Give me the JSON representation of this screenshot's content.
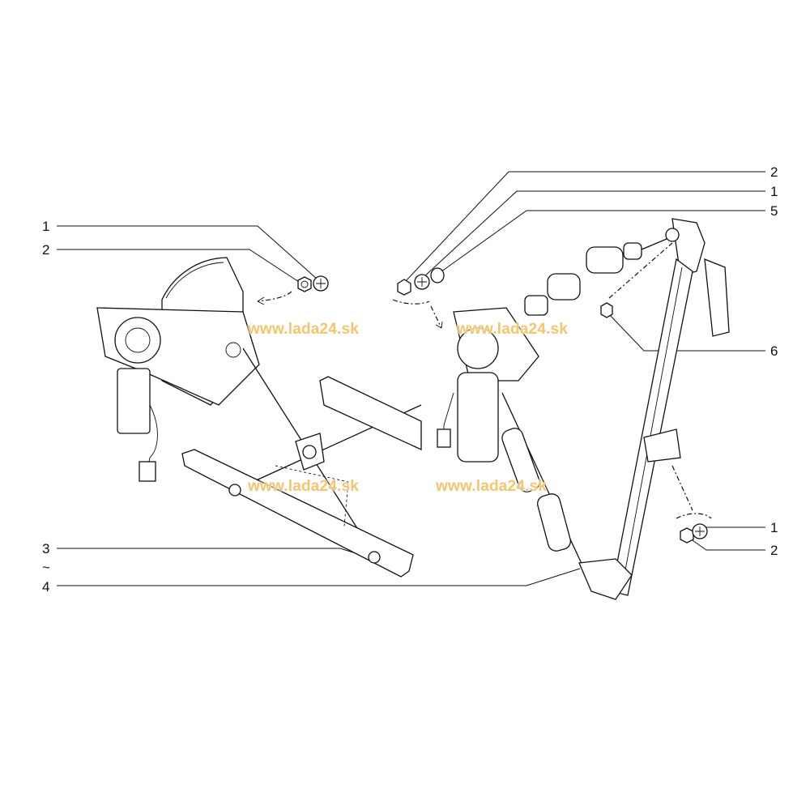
{
  "callouts": {
    "left": [
      "1",
      "2",
      "3",
      "~",
      "4"
    ],
    "right": [
      "2",
      "1",
      "5",
      "6",
      "1",
      "2"
    ]
  },
  "watermark": "www.lada24.sk",
  "colors": {
    "watermark": "#f3c56f",
    "line": "#111111"
  }
}
